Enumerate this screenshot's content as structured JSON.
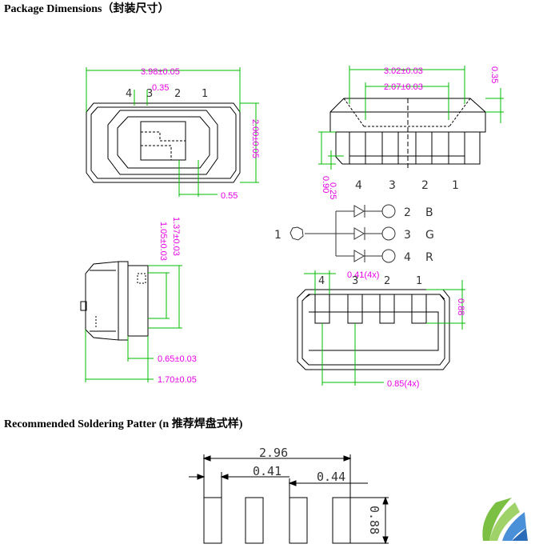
{
  "headings": {
    "package": "Package Dimensions（封装尺寸）",
    "soldering": "Recommended Soldering Patter (n 推荐焊盘式样)"
  },
  "top_view": {
    "width": "3.98±0.05",
    "height": "2.00±0.05",
    "pad": "0.35",
    "gap": "0.55",
    "pins": [
      "4",
      "3",
      "2",
      "1"
    ]
  },
  "front_view": {
    "span": "3.02±0.03",
    "inner": "2.07±0.03",
    "top": "0.35",
    "h1": "0.90",
    "h2": "0.25",
    "pins": [
      "4",
      "3",
      "2",
      "1"
    ]
  },
  "side_view": {
    "h_outer": "1.37±0.03",
    "h_inner": "1.05±0.03",
    "w1": "0.65±0.03",
    "w2": "1.70±0.05"
  },
  "schematic": {
    "common": "1",
    "leds": [
      {
        "pin": "2",
        "color": "B"
      },
      {
        "pin": "3",
        "color": "G"
      },
      {
        "pin": "4",
        "color": "R"
      }
    ]
  },
  "bottom_view": {
    "pad_width": "0.41(4x)",
    "pad_height": "0.88",
    "pitch": "0.85(4x)",
    "pins": [
      "4",
      "3",
      "2",
      "1"
    ]
  },
  "pattern": {
    "total": "2.96",
    "pad": "0.41",
    "pitch": "0.44",
    "height": "0.88"
  },
  "colors": {
    "outline": "#000000",
    "dimension": "#e800e8",
    "dimline": "#00bb00"
  }
}
